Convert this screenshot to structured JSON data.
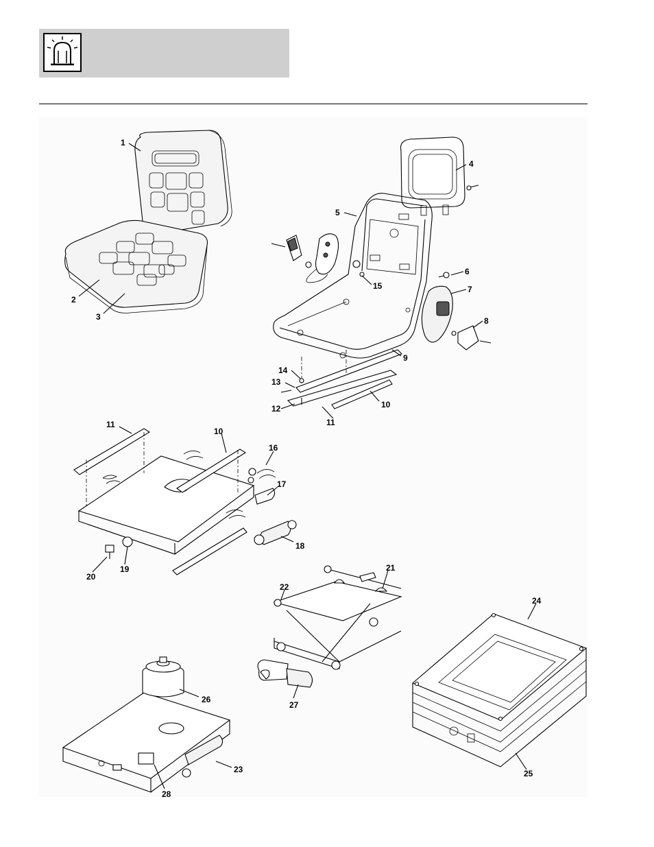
{
  "header": {
    "icon": "beacon-light-icon"
  },
  "callouts": [
    {
      "id": "1",
      "text": "1"
    },
    {
      "id": "2",
      "text": "2"
    },
    {
      "id": "3",
      "text": "3"
    },
    {
      "id": "4",
      "text": "4"
    },
    {
      "id": "5",
      "text": "5"
    },
    {
      "id": "6",
      "text": "6"
    },
    {
      "id": "7",
      "text": "7"
    },
    {
      "id": "8",
      "text": "8"
    },
    {
      "id": "9",
      "text": "9"
    },
    {
      "id": "10a",
      "text": "10"
    },
    {
      "id": "11a",
      "text": "11"
    },
    {
      "id": "12",
      "text": "12"
    },
    {
      "id": "13",
      "text": "13"
    },
    {
      "id": "14",
      "text": "14"
    },
    {
      "id": "15",
      "text": "15"
    },
    {
      "id": "11b",
      "text": "11"
    },
    {
      "id": "10b",
      "text": "10"
    },
    {
      "id": "16",
      "text": "16"
    },
    {
      "id": "17",
      "text": "17"
    },
    {
      "id": "18",
      "text": "18"
    },
    {
      "id": "19",
      "text": "19"
    },
    {
      "id": "20",
      "text": "20"
    },
    {
      "id": "21",
      "text": "21"
    },
    {
      "id": "22",
      "text": "22"
    },
    {
      "id": "24",
      "text": "24"
    },
    {
      "id": "26",
      "text": "26"
    },
    {
      "id": "27",
      "text": "27"
    },
    {
      "id": "23",
      "text": "23"
    },
    {
      "id": "28",
      "text": "28"
    },
    {
      "id": "25",
      "text": "25"
    }
  ]
}
